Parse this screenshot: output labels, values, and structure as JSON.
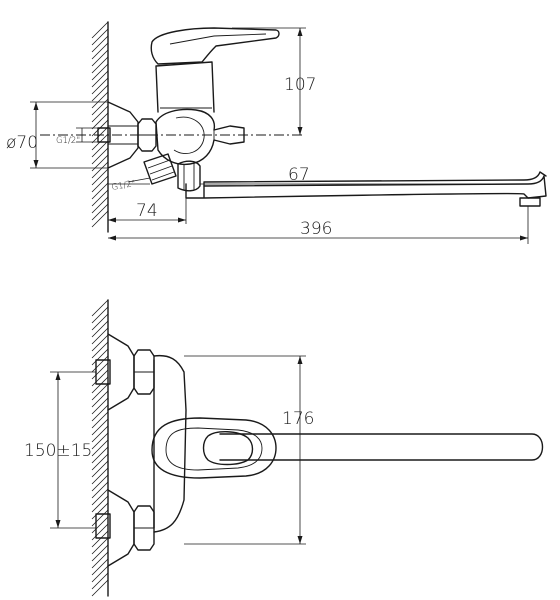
{
  "side_view": {
    "dimensions": {
      "handle_height": "107",
      "escutcheon_diameter": "ø70",
      "inlet_thread": "G1/2\"",
      "outlet_thread": "G1/2\"",
      "spout_drop": "67",
      "wall_to_axis": "74",
      "spout_length": "396"
    }
  },
  "front_view": {
    "dimensions": {
      "height_width": "176",
      "center_distance": "150±15"
    }
  }
}
